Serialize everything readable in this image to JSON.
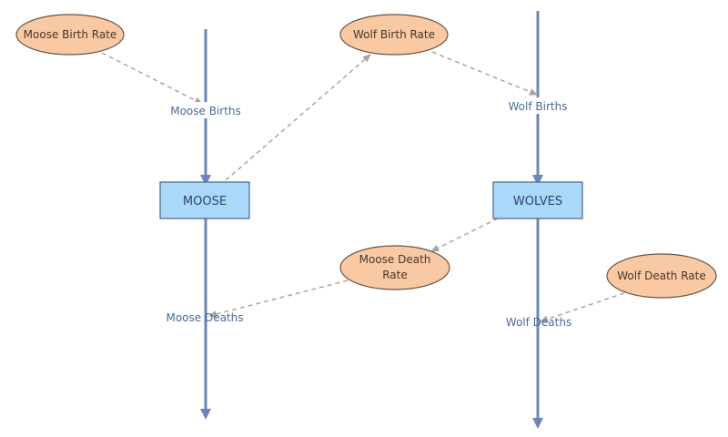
{
  "stocks": {
    "moose": "MOOSE",
    "wolves": "WOLVES"
  },
  "flows": {
    "moose_births": "Moose Births",
    "moose_deaths": "Moose Deaths",
    "wolf_births": "Wolf Births",
    "wolf_deaths": "Wolf Deaths"
  },
  "variables": {
    "moose_birth_rate": "Moose Birth Rate",
    "wolf_birth_rate": "Wolf Birth Rate",
    "moose_death_rate_line1": "Moose Death",
    "moose_death_rate_line2": "Rate",
    "wolf_death_rate": "Wolf Death Rate"
  },
  "colors": {
    "stock_fill": "#a9d8fb",
    "variable_fill": "#f9c9a4",
    "flow_color": "#6b86b8",
    "connector_color": "#a6a6a6"
  }
}
